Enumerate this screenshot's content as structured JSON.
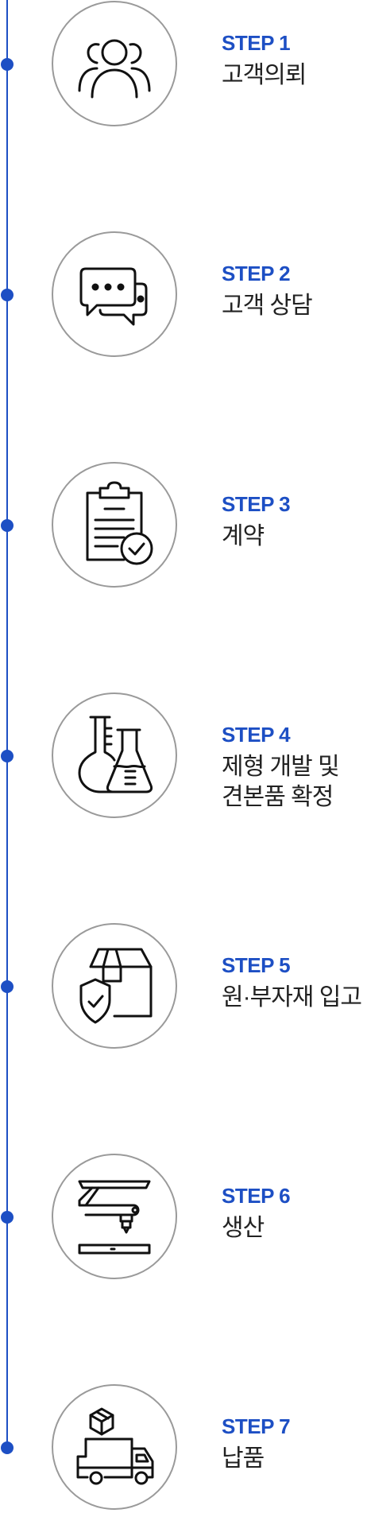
{
  "colors": {
    "accent": "#1d4fc4",
    "circle_border": "#9a9a9a",
    "text": "#222222"
  },
  "steps": [
    {
      "label": "STEP 1",
      "title": [
        "고객의뢰"
      ],
      "icon": "users-icon"
    },
    {
      "label": "STEP 2",
      "title": [
        "고객 상담"
      ],
      "icon": "chat-bubbles-icon"
    },
    {
      "label": "STEP 3",
      "title": [
        "계약"
      ],
      "icon": "clipboard-check-icon"
    },
    {
      "label": "STEP 4",
      "title": [
        "제형 개발 및",
        "견본품 확정"
      ],
      "icon": "lab-flasks-icon"
    },
    {
      "label": "STEP 5",
      "title": [
        "원·부자재 입고"
      ],
      "icon": "package-shield-icon"
    },
    {
      "label": "STEP 6",
      "title": [
        "생산"
      ],
      "icon": "robot-arm-icon"
    },
    {
      "label": "STEP 7",
      "title": [
        "납품"
      ],
      "icon": "delivery-truck-icon"
    }
  ]
}
